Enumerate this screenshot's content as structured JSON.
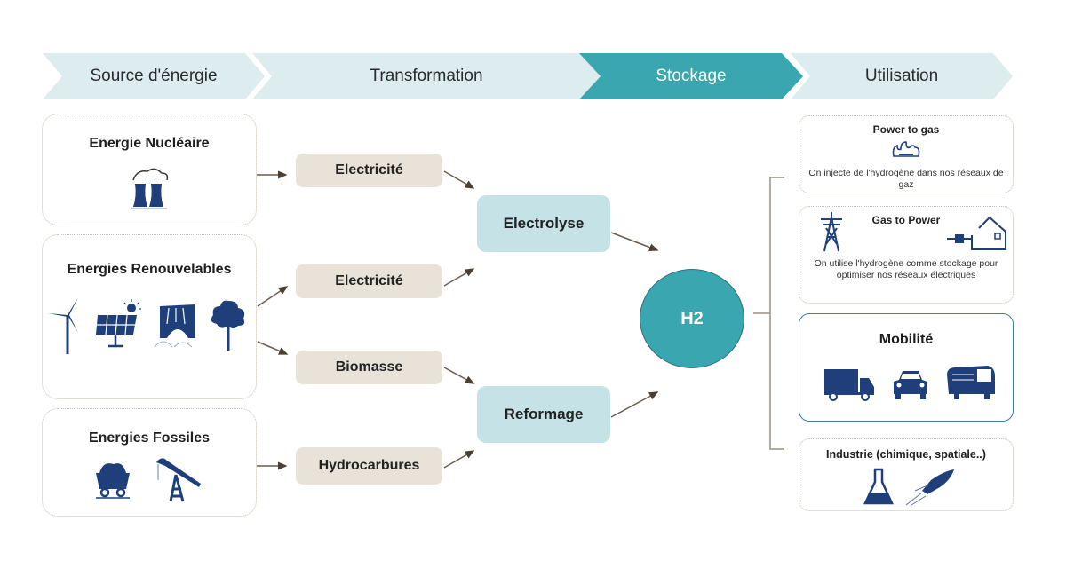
{
  "banner": {
    "steps": [
      {
        "label": "Source d'énergie",
        "active": false
      },
      {
        "label": "Transformation",
        "active": false
      },
      {
        "label": "Stockage",
        "active": true
      },
      {
        "label": "Utilisation",
        "active": false
      }
    ]
  },
  "colors": {
    "chevron_light": "#dcecef",
    "chevron_active": "#3aa7b0",
    "icon_blue": "#1f3f7a",
    "pill_bg": "#e8e2d9",
    "process_bg": "#c5e3e6",
    "h2_bg": "#3aa7b0",
    "mobility_border": "#3a7fa8"
  },
  "sources": [
    {
      "title": "Energie Nucléaire",
      "icons": [
        "nuclear-plant-icon"
      ]
    },
    {
      "title": "Energies Renouvelables",
      "icons": [
        "wind-turbine-icon",
        "solar-panel-icon",
        "dam-icon",
        "tree-icon"
      ]
    },
    {
      "title": "Energies Fossiles",
      "icons": [
        "coal-cart-icon",
        "oil-pump-icon"
      ]
    }
  ],
  "transformation": {
    "inputs": [
      "Electricité",
      "Electricité",
      "Biomasse",
      "Hydrocarbures"
    ],
    "processes": [
      "Electrolyse",
      "Reformage"
    ]
  },
  "storage": {
    "label": "H2"
  },
  "uses": [
    {
      "title": "Power to gas",
      "description": "On injecte de l'hydrogène  dans nos réseaux de gaz",
      "icons": [
        "gas-flame-icon"
      ]
    },
    {
      "title": "Gas to Power",
      "description": "On utilise l'hydrogène  comme stockage pour optimiser nos réseaux électriques",
      "icons": [
        "pylon-icon",
        "house-plug-icon"
      ]
    },
    {
      "title": "Mobilité",
      "description": "",
      "icons": [
        "truck-icon",
        "car-icon",
        "bus-icon"
      ]
    },
    {
      "title": "Industrie (chimique, spatiale..)",
      "description": "",
      "icons": [
        "flask-icon",
        "rocket-icon"
      ]
    }
  ]
}
